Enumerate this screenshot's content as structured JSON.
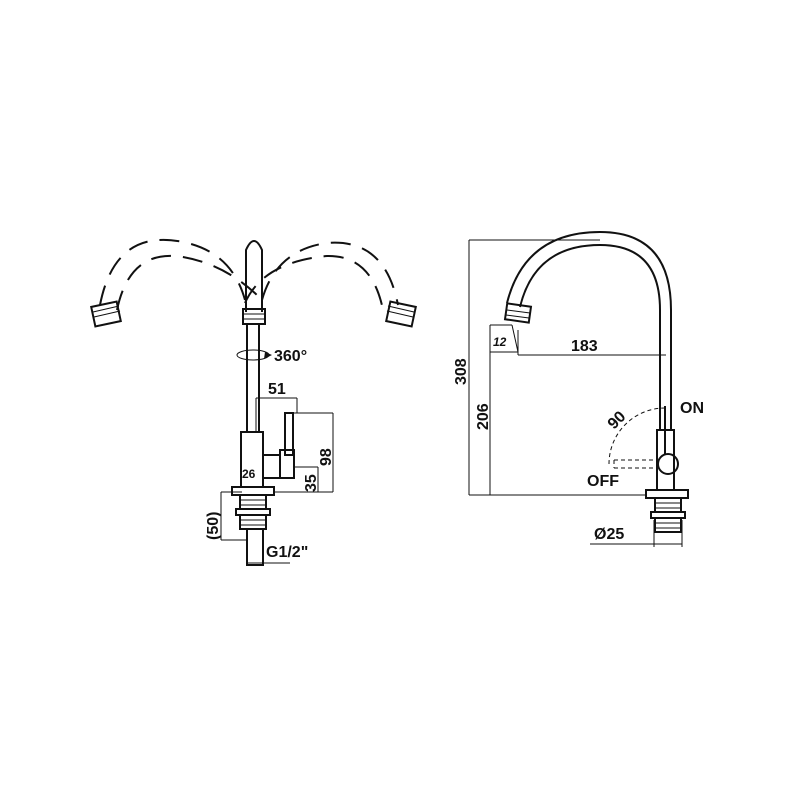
{
  "front_view": {
    "rotation": "360°",
    "handle_width": "51",
    "body_height": "98",
    "base_height": "35",
    "lever_offset": "26",
    "shank_length": "(50)",
    "thread": "G1/2\""
  },
  "side_view": {
    "total_height": "308",
    "spout_height": "206",
    "reach": "183",
    "aerator_angle": "12",
    "lever_angle": "90",
    "on_label": "ON",
    "off_label": "OFF",
    "diameter": "Ø25"
  }
}
